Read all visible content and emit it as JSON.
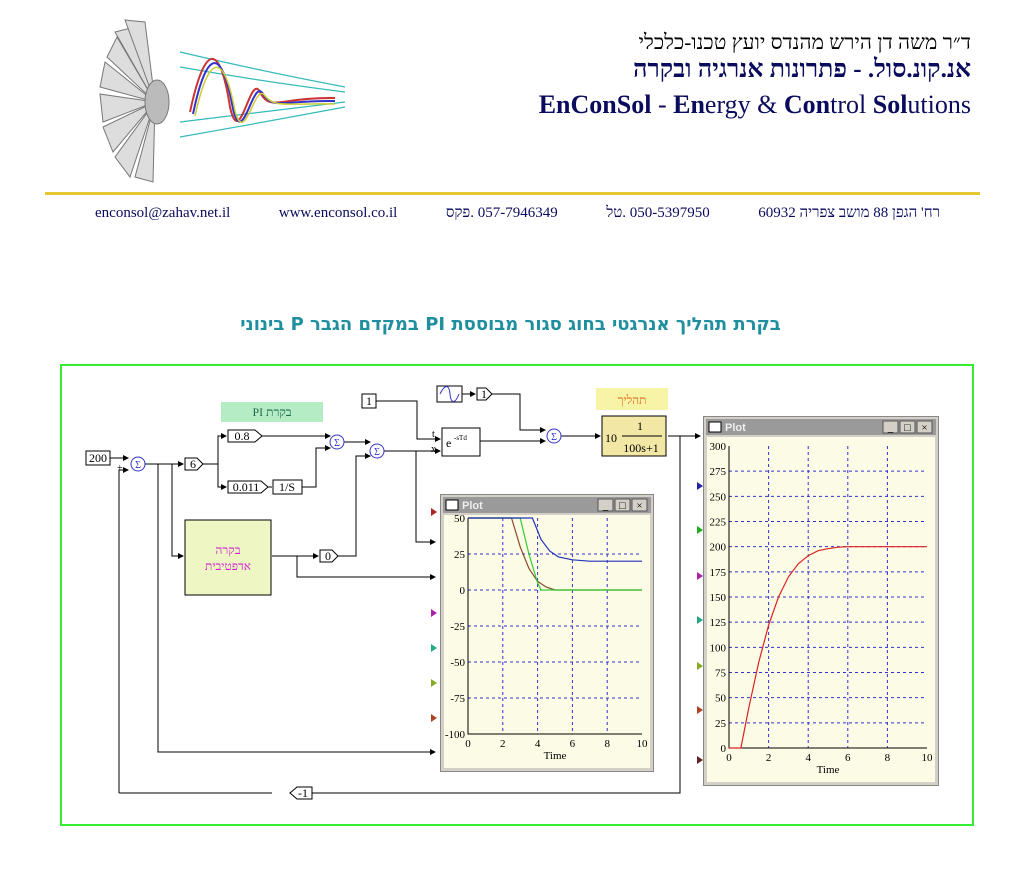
{
  "header": {
    "name_line": "ד״ר משה דן הירש מהנדס יועץ טכנו-כלכלי",
    "company_hebrew": "אנ.קונ.סול. - פתרונות אנרגיה ובקרה",
    "company_english_parts": [
      {
        "bold": "En",
        "rest": "Con"
      },
      {
        "bold": "Sol",
        "rest": " - "
      },
      {
        "bold": "En",
        "rest": "ergy & "
      },
      {
        "bold": "Con",
        "rest": "trol "
      },
      {
        "bold": "Sol",
        "rest": "utions"
      }
    ],
    "email": "enconsol@zahav.net.il",
    "website": "www.enconsol.co.il",
    "fax": "057-7946349 .פקס",
    "phone": "050-5397950 .טל",
    "address": "רח' הגפן 88 מושב צפריה 60932"
  },
  "page_title": "בקרת תהליך אנרגטי בחוג סגור מבוססת PI במקדם הגבר P בינוני",
  "diagram": {
    "setpoint": "200",
    "gain_main": "6",
    "kp": "0.8",
    "ki": "0.011",
    "integrator": "1/S",
    "pi_label": "בקרת PI",
    "adaptive_label_1": "בקרה",
    "adaptive_label_2": "אדפטיבית",
    "adaptive_gain": "0",
    "delay_const": "1",
    "delay_block": "e",
    "delay_exp": "-sTd",
    "delay_port_t": "t",
    "delay_port_x": "x",
    "disturbance_gain": "1",
    "process_label": "תהליך",
    "process_gain": "10",
    "process_num": "1",
    "process_den": "100s+1",
    "feedback_gain": "-1",
    "sum_symbol": "Σ",
    "plus": "+",
    "minus": "-"
  },
  "plots": [
    {
      "window_title": "Plot",
      "xlabel": "Time",
      "x_ticks": [
        "0",
        "2",
        "4",
        "6",
        "8",
        "10"
      ],
      "y_ticks": [
        "50",
        "25",
        "0",
        "-25",
        "-50",
        "-75",
        "-100"
      ],
      "xlim": [
        0,
        10
      ],
      "ylim": [
        -100,
        50
      ],
      "series": [
        {
          "color": "#8b4a2a",
          "x": [
            0,
            2.5,
            3,
            3.5,
            4,
            4.5,
            5,
            6,
            10
          ],
          "y": [
            50,
            50,
            30,
            15,
            6,
            2,
            0,
            0,
            0
          ]
        },
        {
          "color": "#33cc33",
          "x": [
            0,
            3,
            3.5,
            4,
            4.2,
            10
          ],
          "y": [
            50,
            50,
            25,
            5,
            0,
            0
          ]
        },
        {
          "color": "#2233bb",
          "x": [
            0,
            3.7,
            4.2,
            4.7,
            5.2,
            6,
            7,
            10
          ],
          "y": [
            50,
            50,
            35,
            27,
            23,
            21,
            20,
            20
          ]
        }
      ]
    },
    {
      "window_title": "Plot",
      "xlabel": "Time",
      "x_ticks": [
        "0",
        "2",
        "4",
        "6",
        "8",
        "10"
      ],
      "y_ticks": [
        "300",
        "275",
        "250",
        "225",
        "200",
        "175",
        "150",
        "125",
        "100",
        "75",
        "50",
        "25",
        "0"
      ],
      "xlim": [
        0,
        10
      ],
      "ylim": [
        0,
        300
      ],
      "series": [
        {
          "color": "#dd2222",
          "x": [
            0,
            0.6,
            1,
            1.5,
            2,
            2.5,
            3,
            3.5,
            4,
            4.5,
            5,
            5.5,
            6,
            10
          ],
          "y": [
            0,
            0,
            40,
            85,
            122,
            150,
            170,
            183,
            191,
            196,
            198,
            199.5,
            200,
            200
          ]
        }
      ]
    }
  ],
  "colors": {
    "accent_rule": "#e8c830",
    "frame": "#33ee33",
    "title": "#1f8fa0",
    "navy": "#0b0b5e"
  }
}
